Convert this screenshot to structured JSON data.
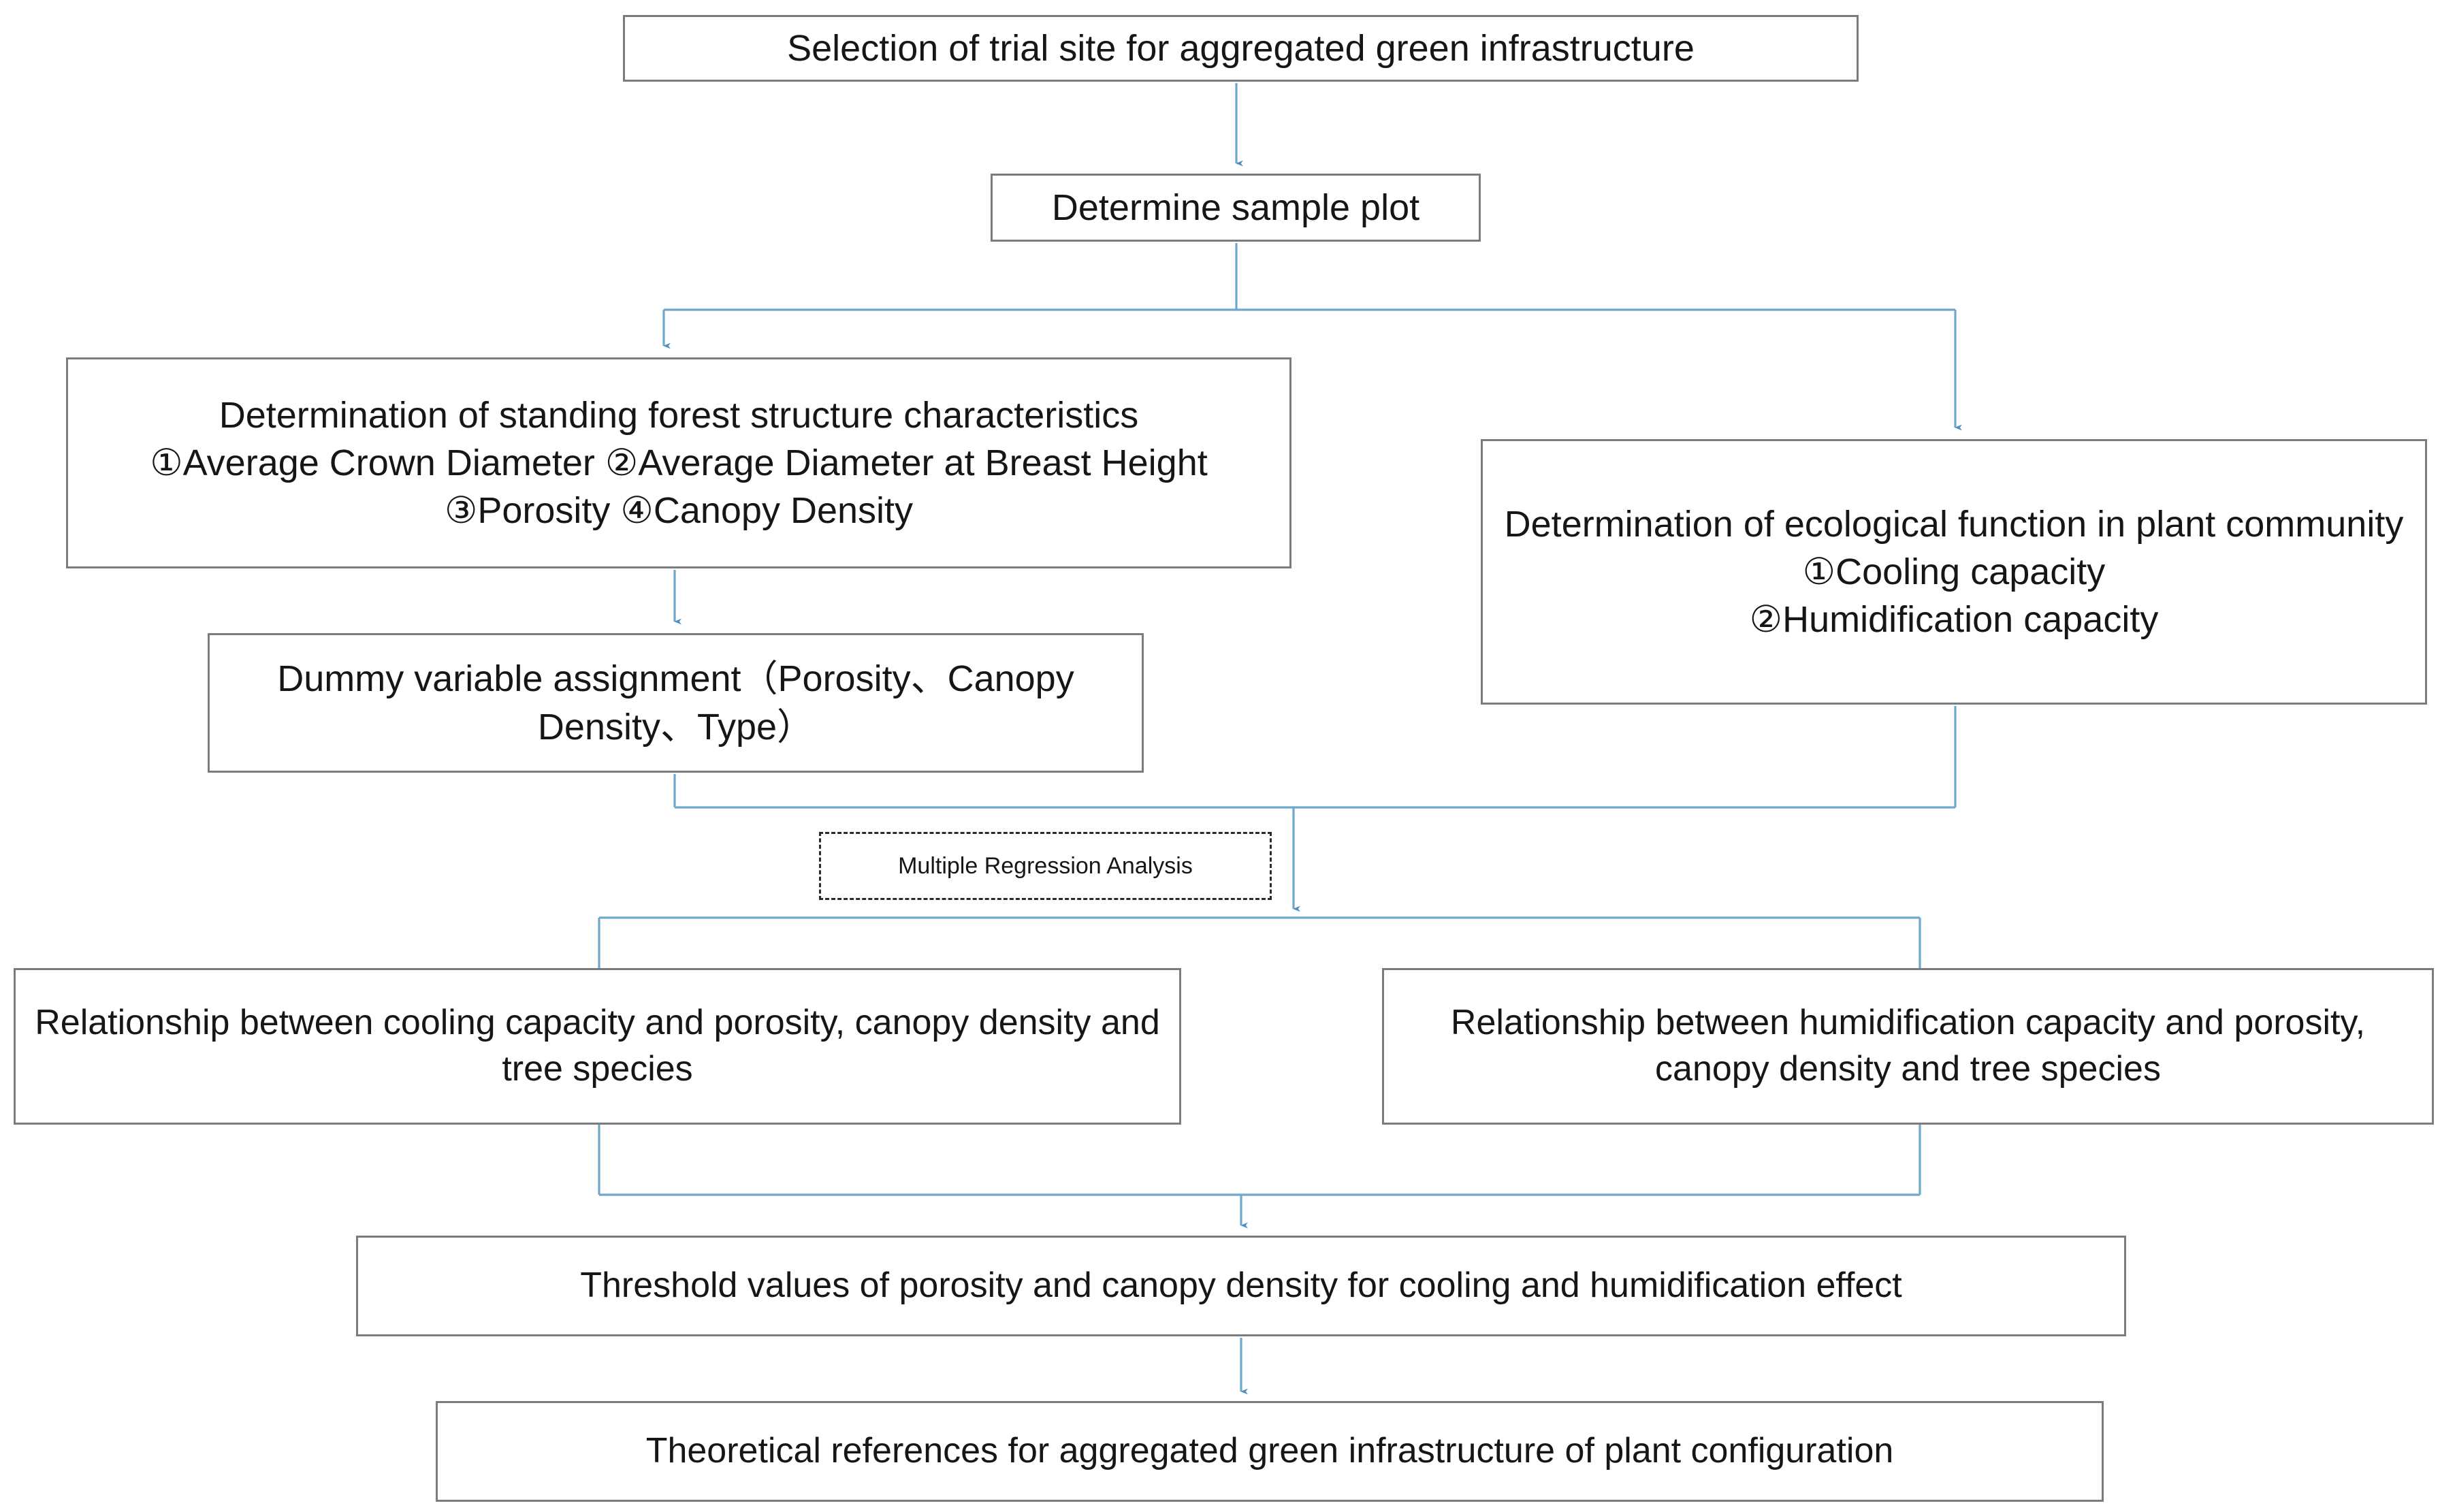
{
  "diagram": {
    "title": "Research framework flowchart for aggregated green infrastructure",
    "accent_color": "#4a90c4",
    "box_border_color": "#7c7c7c",
    "text_color": "#161616",
    "background_color": "#ffffff"
  },
  "nodes": {
    "trial_site": "Selection of trial site  for aggregated green infrastructure",
    "sample_plot": "Determine sample plot",
    "forest_structure": "Determination of standing forest structure characteristics\n①Average Crown Diameter ②Average Diameter at Breast Height ③Porosity ④Canopy Density",
    "ecological_function": "Determination of ecological function in plant community\n①Cooling capacity\n②Humidification capacity",
    "dummy_variable": "Dummy variable assignment（Porosity、Canopy Density、Type）",
    "regression_label": "Multiple Regression Analysis",
    "relationship_cooling": "Relationship between cooling capacity and porosity, canopy density and tree species",
    "relationship_humidification": "Relationship between humidification capacity and porosity, canopy density and  tree species",
    "threshold_values": "Threshold values of porosity and canopy density for cooling and humidification effect",
    "theoretical_references": "Theoretical references for aggregated green infrastructure of plant configuration"
  },
  "edges": [
    {
      "from": "trial_site",
      "to": "sample_plot",
      "type": "straight-down-arrow"
    },
    {
      "from": "sample_plot",
      "to": "forest_structure",
      "type": "split-branch-left"
    },
    {
      "from": "sample_plot",
      "to": "ecological_function",
      "type": "split-branch-right"
    },
    {
      "from": "forest_structure",
      "to": "dummy_variable",
      "type": "straight-down-arrow"
    },
    {
      "from": "dummy_variable",
      "to": "regression_merge",
      "type": "merge-left-leg"
    },
    {
      "from": "ecological_function",
      "to": "regression_merge",
      "type": "merge-right-leg"
    },
    {
      "from": "regression_merge",
      "to": "relationship_split",
      "type": "straight-down-arrow"
    },
    {
      "from": "relationship_split",
      "to": "relationship_cooling",
      "type": "split-branch-left"
    },
    {
      "from": "relationship_split",
      "to": "relationship_humidification",
      "type": "split-branch-right"
    },
    {
      "from": "relationship_cooling",
      "to": "threshold_values",
      "type": "merge-left-leg"
    },
    {
      "from": "relationship_humidification",
      "to": "threshold_values",
      "type": "merge-right-leg"
    },
    {
      "from": "threshold_values",
      "to": "theoretical_references",
      "type": "straight-down-arrow"
    }
  ]
}
